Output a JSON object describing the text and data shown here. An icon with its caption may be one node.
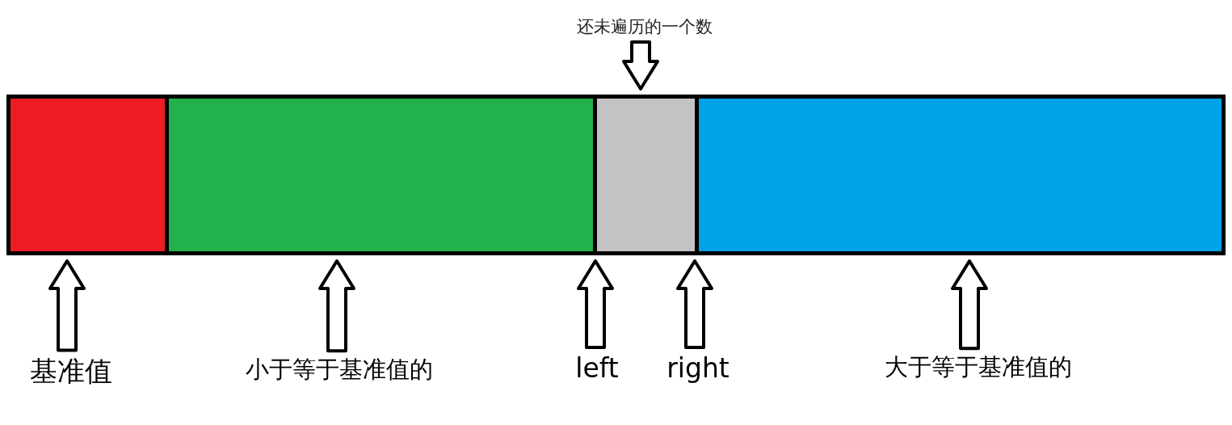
{
  "diagram": {
    "nodes": [
      {
        "text": [
          "还未遍历的一个数"
        ]
      },
      {
        "text": [],
        "shape": "box"
      },
      {
        "text": [],
        "shape": "box"
      },
      {
        "text": [],
        "shape": "box"
      },
      {
        "text": [],
        "shape": "box"
      },
      {
        "text": [
          "基准值"
        ]
      },
      {
        "text": [
          "小于等于基准值的"
        ]
      },
      {
        "text": [
          "left"
        ]
      },
      {
        "text": [
          "right"
        ]
      },
      {
        "text": [
          "大于等于基准值的"
        ]
      }
    ],
    "edges": [
      {
        "from": 0,
        "to": 3,
        "arrow": "to"
      },
      {
        "from": 5,
        "to": 1,
        "arrow": "to"
      },
      {
        "from": 6,
        "to": 2,
        "arrow": "to"
      },
      {
        "from": 7,
        "to": 3,
        "arrow": "to"
      },
      {
        "from": 8,
        "to": 3,
        "arrow": "to"
      },
      {
        "from": 9,
        "to": 4,
        "arrow": "to"
      }
    ]
  }
}
